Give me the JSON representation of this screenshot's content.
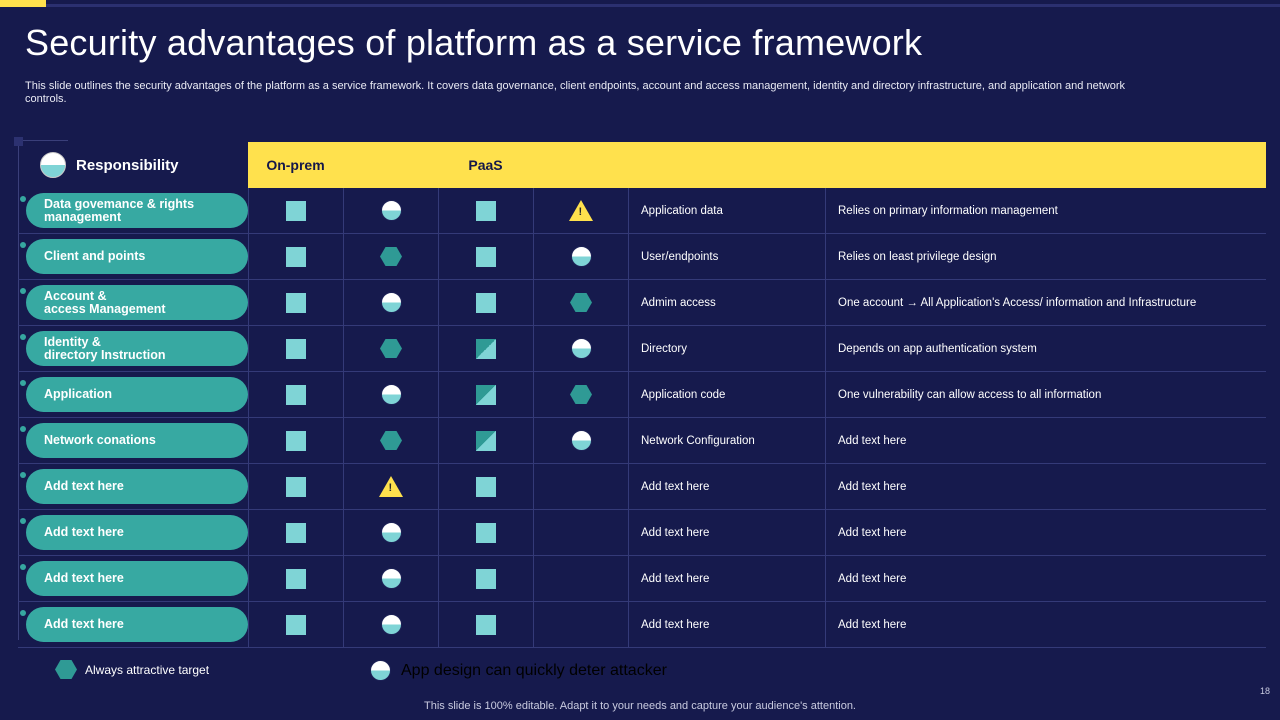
{
  "slide": {
    "title": "Security advantages of platform as a service framework",
    "subtitle": "This slide outlines the security advantages of the platform as a service framework. It covers data governance, client endpoints, account and access management, identity and directory infrastructure, and application and network controls.",
    "footer": "This slide is 100% editable. Adapt it to your needs and capture your audience's attention.",
    "page_number": "18"
  },
  "table": {
    "headers": {
      "responsibility": "Responsibility",
      "col_onprem": "On-prem",
      "col_blank1": "",
      "col_paas": "PaaS",
      "col_blank2": "",
      "col_blank3": "",
      "col_blank4": ""
    },
    "rows": [
      {
        "label": "Data govemance & rights management",
        "icon1": "square",
        "icon2": "half-circle",
        "icon3": "square",
        "icon4": "warning-triangle",
        "item": "Application data",
        "note": "Relies on primary information management"
      },
      {
        "label": "Client and points",
        "icon1": "square",
        "icon2": "hexagon",
        "icon3": "square",
        "icon4": "half-circle",
        "item": "User/endpoints",
        "note": "Relies on least privilege design"
      },
      {
        "label": "Account &\naccess Management",
        "icon1": "square",
        "icon2": "half-circle",
        "icon3": "square",
        "icon4": "hexagon",
        "item": "Admim access",
        "note": "One account → All Application's Access/ information and Infrastructure"
      },
      {
        "label": "Identity &\ndirectory Instruction",
        "icon1": "square",
        "icon2": "hexagon",
        "icon3": "square-diagonal",
        "icon4": "half-circle",
        "item": "Directory",
        "note": "Depends on app authentication system"
      },
      {
        "label": "Application",
        "icon1": "square",
        "icon2": "half-circle",
        "icon3": "square-diagonal",
        "icon4": "hexagon",
        "item": "Application code",
        "note": "One vulnerability can allow access to all information"
      },
      {
        "label": "Network conations",
        "icon1": "square",
        "icon2": "hexagon",
        "icon3": "square-diagonal",
        "icon4": "half-circle",
        "item": "Network Configuration",
        "note": "Add text here"
      },
      {
        "label": "Add text here",
        "icon1": "square",
        "icon2": "warning-triangle",
        "icon3": "square",
        "icon4": "none",
        "item": "Add text here",
        "note": "Add text here"
      },
      {
        "label": "Add text here",
        "icon1": "square",
        "icon2": "half-circle",
        "icon3": "square",
        "icon4": "none",
        "item": "Add text here",
        "note": "Add text here"
      },
      {
        "label": "Add text here",
        "icon1": "square",
        "icon2": "half-circle",
        "icon3": "square",
        "icon4": "none",
        "item": "Add text here",
        "note": "Add text here"
      },
      {
        "label": "Add text here",
        "icon1": "square",
        "icon2": "half-circle",
        "icon3": "square",
        "icon4": "none",
        "item": "Add text here",
        "note": "Add text here"
      }
    ]
  },
  "legend": {
    "item1": "Always attractive target",
    "item2": "App design can quickly deter attacker"
  },
  "colors": {
    "background": "#161a4d",
    "accent_yellow": "#ffe14d",
    "teal": "#37a9a2",
    "light_teal": "#7fd4d6"
  }
}
